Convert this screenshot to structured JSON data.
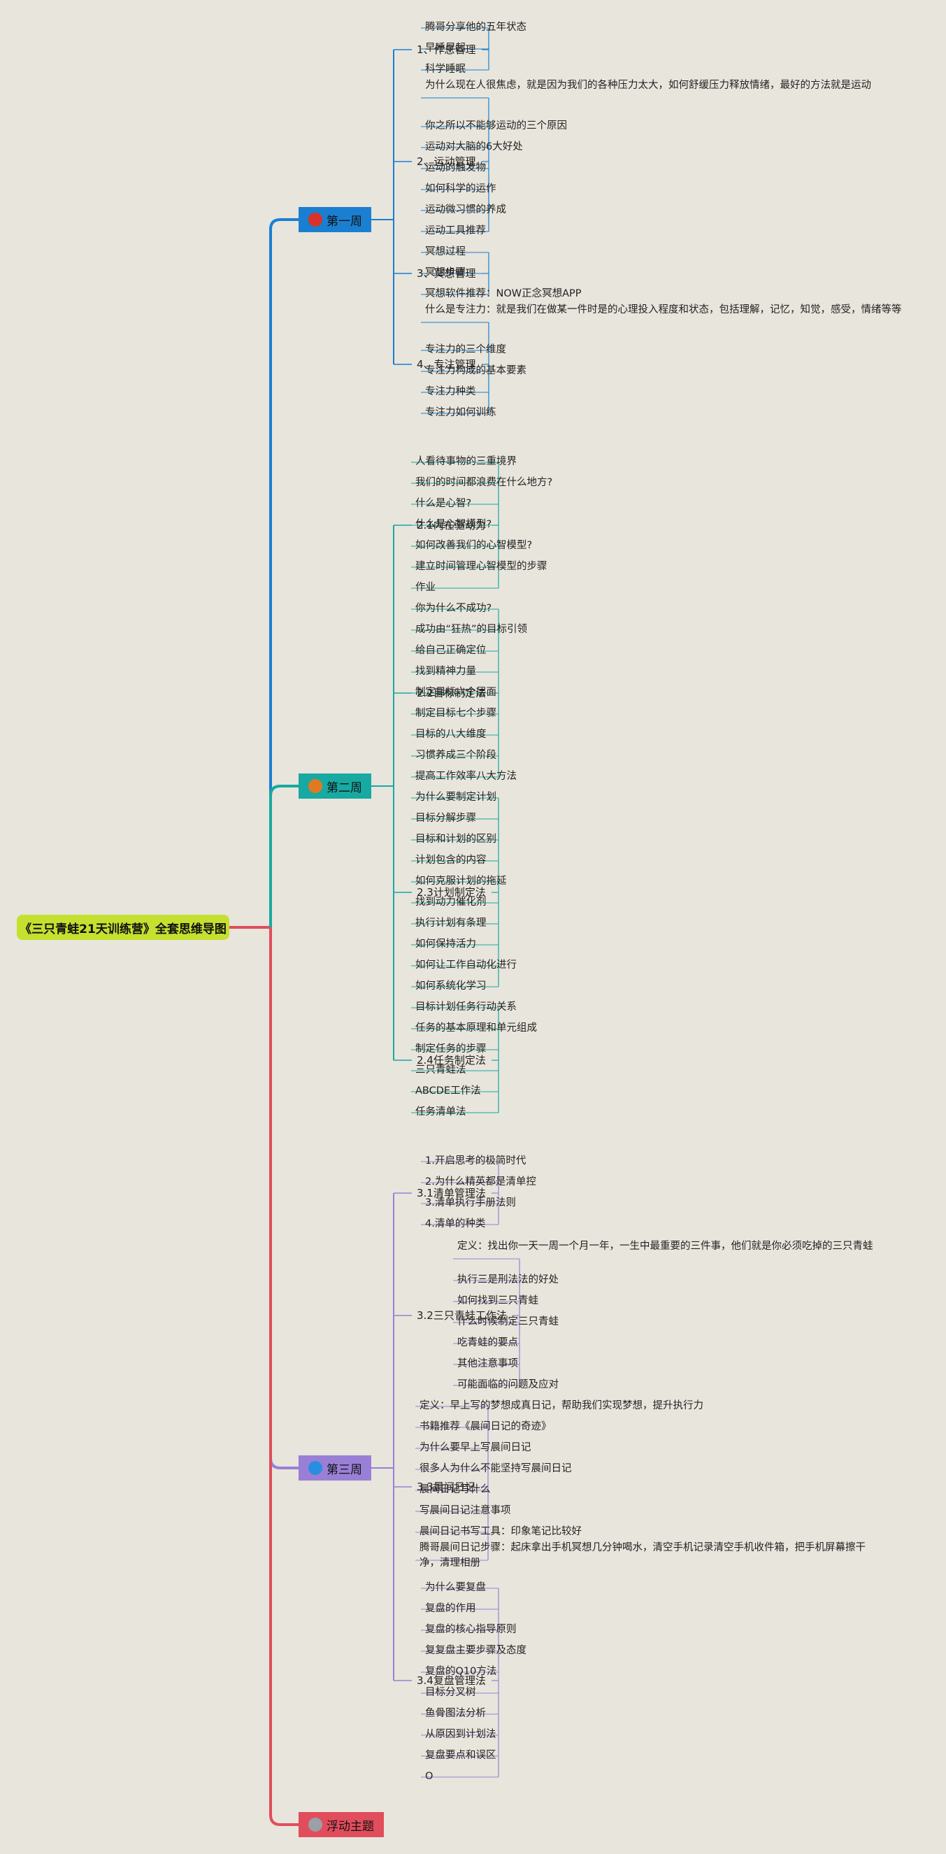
{
  "root": "《三只青蛙21天训练营》全套思维导图",
  "weeks": [
    {
      "label": "第一周",
      "color": "#1a7fd1",
      "dot_color": "#d9322b",
      "children": [
        {
          "label": "1、作息管理",
          "items": [
            "腾哥分享他的五年状态",
            "早睡早起",
            "科学睡眠"
          ]
        },
        {
          "label": "2、运动管理",
          "items": [
            "为什么现在人很焦虑，就是因为我们的各种压力太大，如何舒缓压力释放情绪，最好的方法就是运动",
            "你之所以不能够运动的三个原因",
            "运动对大脑的6大好处",
            "运动的触发物",
            "如何科学的运作",
            "运动微习惯的养成",
            "运动工具推荐"
          ]
        },
        {
          "label": "3、冥想管理",
          "items": [
            "冥想过程",
            "冥想步骤",
            "冥想软件推荐：NOW正念冥想APP"
          ]
        },
        {
          "label": "4、专注管理",
          "items": [
            "什么是专注力：就是我们在做某一件时是的心理投入程度和状态，包括理解，记忆，知觉，感受，情绪等等",
            "专注力的三个维度",
            "专注力构成的基本要素",
            "专注力种类",
            "专注力如何训练"
          ]
        }
      ]
    },
    {
      "label": "第二周",
      "color": "#17a9a2",
      "dot_color": "#e07a22",
      "children": [
        {
          "label": "2.1内在驱动力",
          "items": [
            "人看待事物的三重境界",
            "我们的时间都浪费在什么地方?",
            "什么是心智?",
            "什么是心智模型?",
            "如何改善我们的心智模型?",
            "建立时间管理心智模型的步骤",
            "作业"
          ]
        },
        {
          "label": "2.2目标制定法",
          "items": [
            "你为什么不成功?",
            "成功由“狂热”的目标引领",
            "给自己正确定位",
            "找到精神力量",
            "制定目标六个层面",
            "制定目标七个步骤",
            "目标的八大维度",
            "习惯养成三个阶段",
            "提高工作效率八大方法"
          ]
        },
        {
          "label": "2.3计划制定法",
          "items": [
            "为什么要制定计划",
            "目标分解步骤",
            "目标和计划的区别",
            "计划包含的内容",
            "如何克服计划的拖延",
            "找到动力催化剂",
            "执行计划有条理",
            "如何保持活力",
            "如何让工作自动化进行",
            "如何系统化学习"
          ]
        },
        {
          "label": "2.4任务制定法",
          "items": [
            "目标计划任务行动关系",
            "任务的基本原理和单元组成",
            "制定任务的步骤",
            "三只青蛙法",
            "ABCDE工作法",
            "任务清单法"
          ]
        }
      ]
    },
    {
      "label": "第三周",
      "color": "#9a7fd6",
      "dot_color": "#2a8ee0",
      "children": [
        {
          "label": "3.1清单管理法",
          "items": [
            "1.开启思考的极简时代",
            "2.为什么精英都是清单控",
            "3.清单执行手册法则",
            "4.清单的种类"
          ]
        },
        {
          "label": "3.2三只青蛙工作法",
          "items": [
            "定义：找出你一天一周一个月一年，一生中最重要的三件事，他们就是你必须吃掉的三只青蛙",
            "执行三是刑法法的好处",
            "如何找到三只青蛙",
            "什么时候制定三只青蛙",
            "吃青蛙的要点",
            "其他注意事项",
            "可能面临的问题及应对"
          ]
        },
        {
          "label": "3.3晨间日记",
          "items": [
            "定义：早上写的梦想成真日记，帮助我们实现梦想，提升执行力",
            "书籍推荐《晨间日记的奇迹》",
            "为什么要早上写晨间日记",
            "很多人为什么不能坚持写晨间日记",
            "晨间日记写什么",
            "写晨间日记注意事项",
            "晨间日记书写工具：印象笔记比较好",
            "腾哥晨间日记步骤：起床拿出手机冥想几分钟喝水，清空手机记录清空手机收件箱，把手机屏幕擦干净，清理相册"
          ]
        },
        {
          "label": "3.4复盘管理法",
          "items": [
            "为什么要复盘",
            "复盘的作用",
            "复盘的核心指导原则",
            "复复盘主要步骤及态度",
            "复盘的Q10方法",
            "目标分叉树",
            "鱼骨图法分析",
            "从原因到计划法",
            "复盘要点和误区",
            "O"
          ]
        }
      ]
    },
    {
      "label": "浮动主题",
      "color": "#e14d5c",
      "dot_color": "#9aa0a6",
      "children": []
    }
  ],
  "colors": {
    "background": "#e8e5dc",
    "root_fill": "#c5e02e",
    "root_link": "#e14d5c"
  }
}
